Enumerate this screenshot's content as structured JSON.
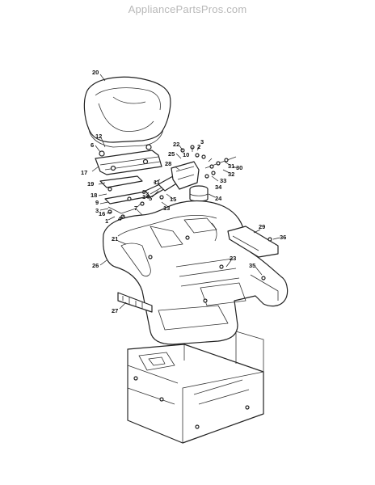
{
  "watermark": "AppliancePartsPros.com",
  "callouts": [
    "20",
    "12",
    "6",
    "17",
    "19",
    "18",
    "9",
    "3",
    "16",
    "1",
    "4",
    "7",
    "5",
    "14",
    "11",
    "15",
    "13",
    "8",
    "10",
    "22",
    "25",
    "28",
    "2",
    "3",
    "33",
    "31",
    "32",
    "30",
    "34",
    "24",
    "29",
    "36",
    "21",
    "26",
    "23",
    "35",
    "27"
  ]
}
